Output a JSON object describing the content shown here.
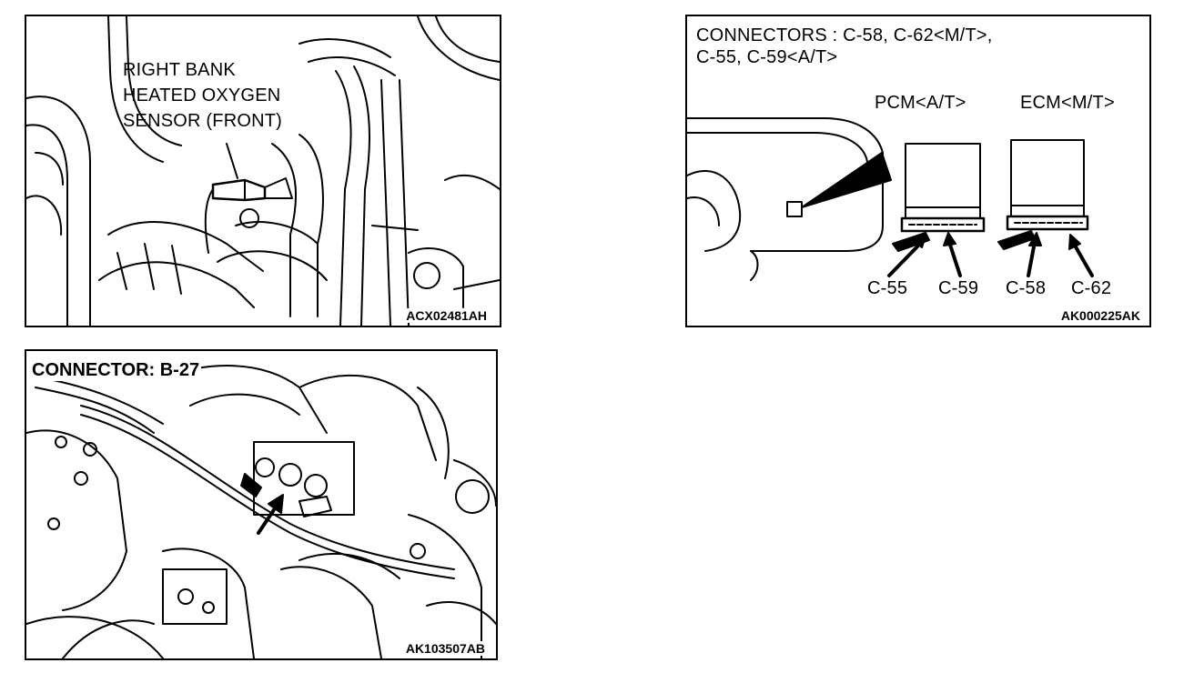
{
  "panels": {
    "sensor": {
      "label_lines": [
        "RIGHT BANK",
        "HEATED OXYGEN",
        "SENSOR (FRONT)"
      ],
      "code": "ACX02481AH"
    },
    "connectors": {
      "title_line1": "CONNECTORS : C-58, C-62<M/T>,",
      "title_line2": "C-55, C-59<A/T>",
      "pcm_label": "PCM<A/T>",
      "ecm_label": "ECM<M/T>",
      "connector_labels": [
        "C-55",
        "C-59",
        "C-58",
        "C-62"
      ],
      "code": "AK000225AK"
    },
    "b27": {
      "title": "CONNECTOR: B-27",
      "code": "AK103507AB"
    }
  }
}
